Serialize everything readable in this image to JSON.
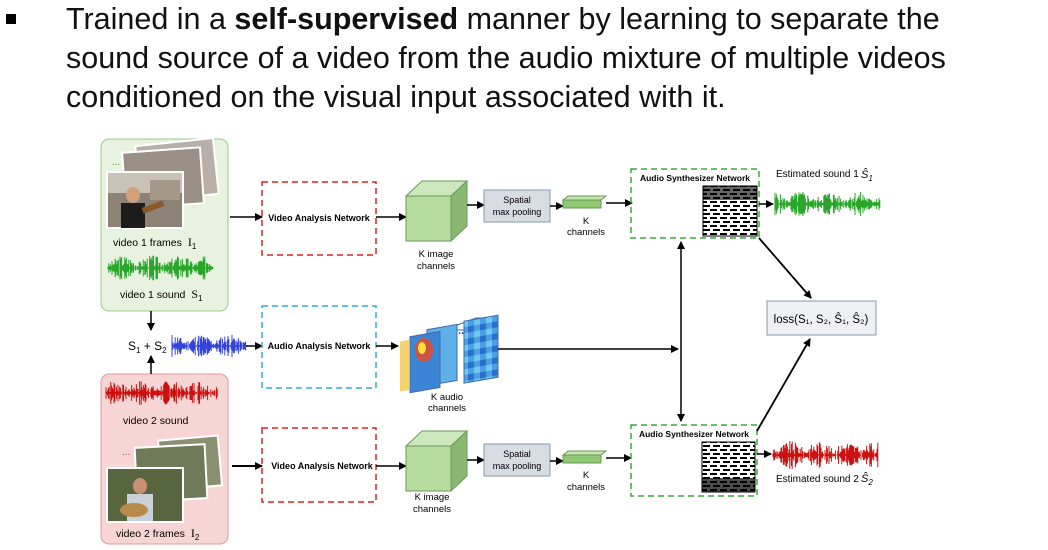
{
  "bullet": {
    "prefix": "Trained in a ",
    "bold": "self-supervised",
    "suffix_line1": " manner by learning to separate the",
    "line2": "sound source of a video from the audio mixture of multiple videos",
    "line3": "conditioned on the visual input associated with it."
  },
  "video1": {
    "frames_label": "video 1 frames",
    "frames_var": "I",
    "frames_sub": "1",
    "sound_label": "video 1 sound",
    "sound_var": "S",
    "sound_sub": "1"
  },
  "video2": {
    "frames_label": "video 2 frames",
    "frames_var": "I",
    "frames_sub": "2",
    "sound_label": "video 2 sound"
  },
  "mix": {
    "a": "S",
    "a_sub": "1",
    "plus": " + ",
    "b": "S",
    "b_sub": "2"
  },
  "nets": {
    "video_analysis": "Video Analysis Network",
    "audio_analysis": "Audio Analysis Network",
    "audio_synth": "Audio Synthesizer Network"
  },
  "blocks": {
    "k_image_1": "K image",
    "k_image_2": "channels",
    "k_audio_1": "K audio",
    "k_audio_2": "channels",
    "spatial_1": "Spatial",
    "spatial_2": "max pooling",
    "k": "K",
    "k_ch": "channels",
    "dots": "..."
  },
  "outputs": {
    "est1": "Estimated sound 1",
    "est2": "Estimated sound 2",
    "loss": "loss(S₁, S₂, Ŝ₁, Ŝ₂)"
  },
  "colors": {
    "green_frame": "#4faa3a",
    "red_frame": "#dd2222",
    "blue_frame": "#2ab0d0",
    "wave_green": "#2aa62a",
    "wave_blue": "#3344dd",
    "wave_red": "#cc1111",
    "cube_face": "#b6dca0",
    "panel_green": "#e7f2df",
    "panel_red": "#f7d5d5"
  }
}
